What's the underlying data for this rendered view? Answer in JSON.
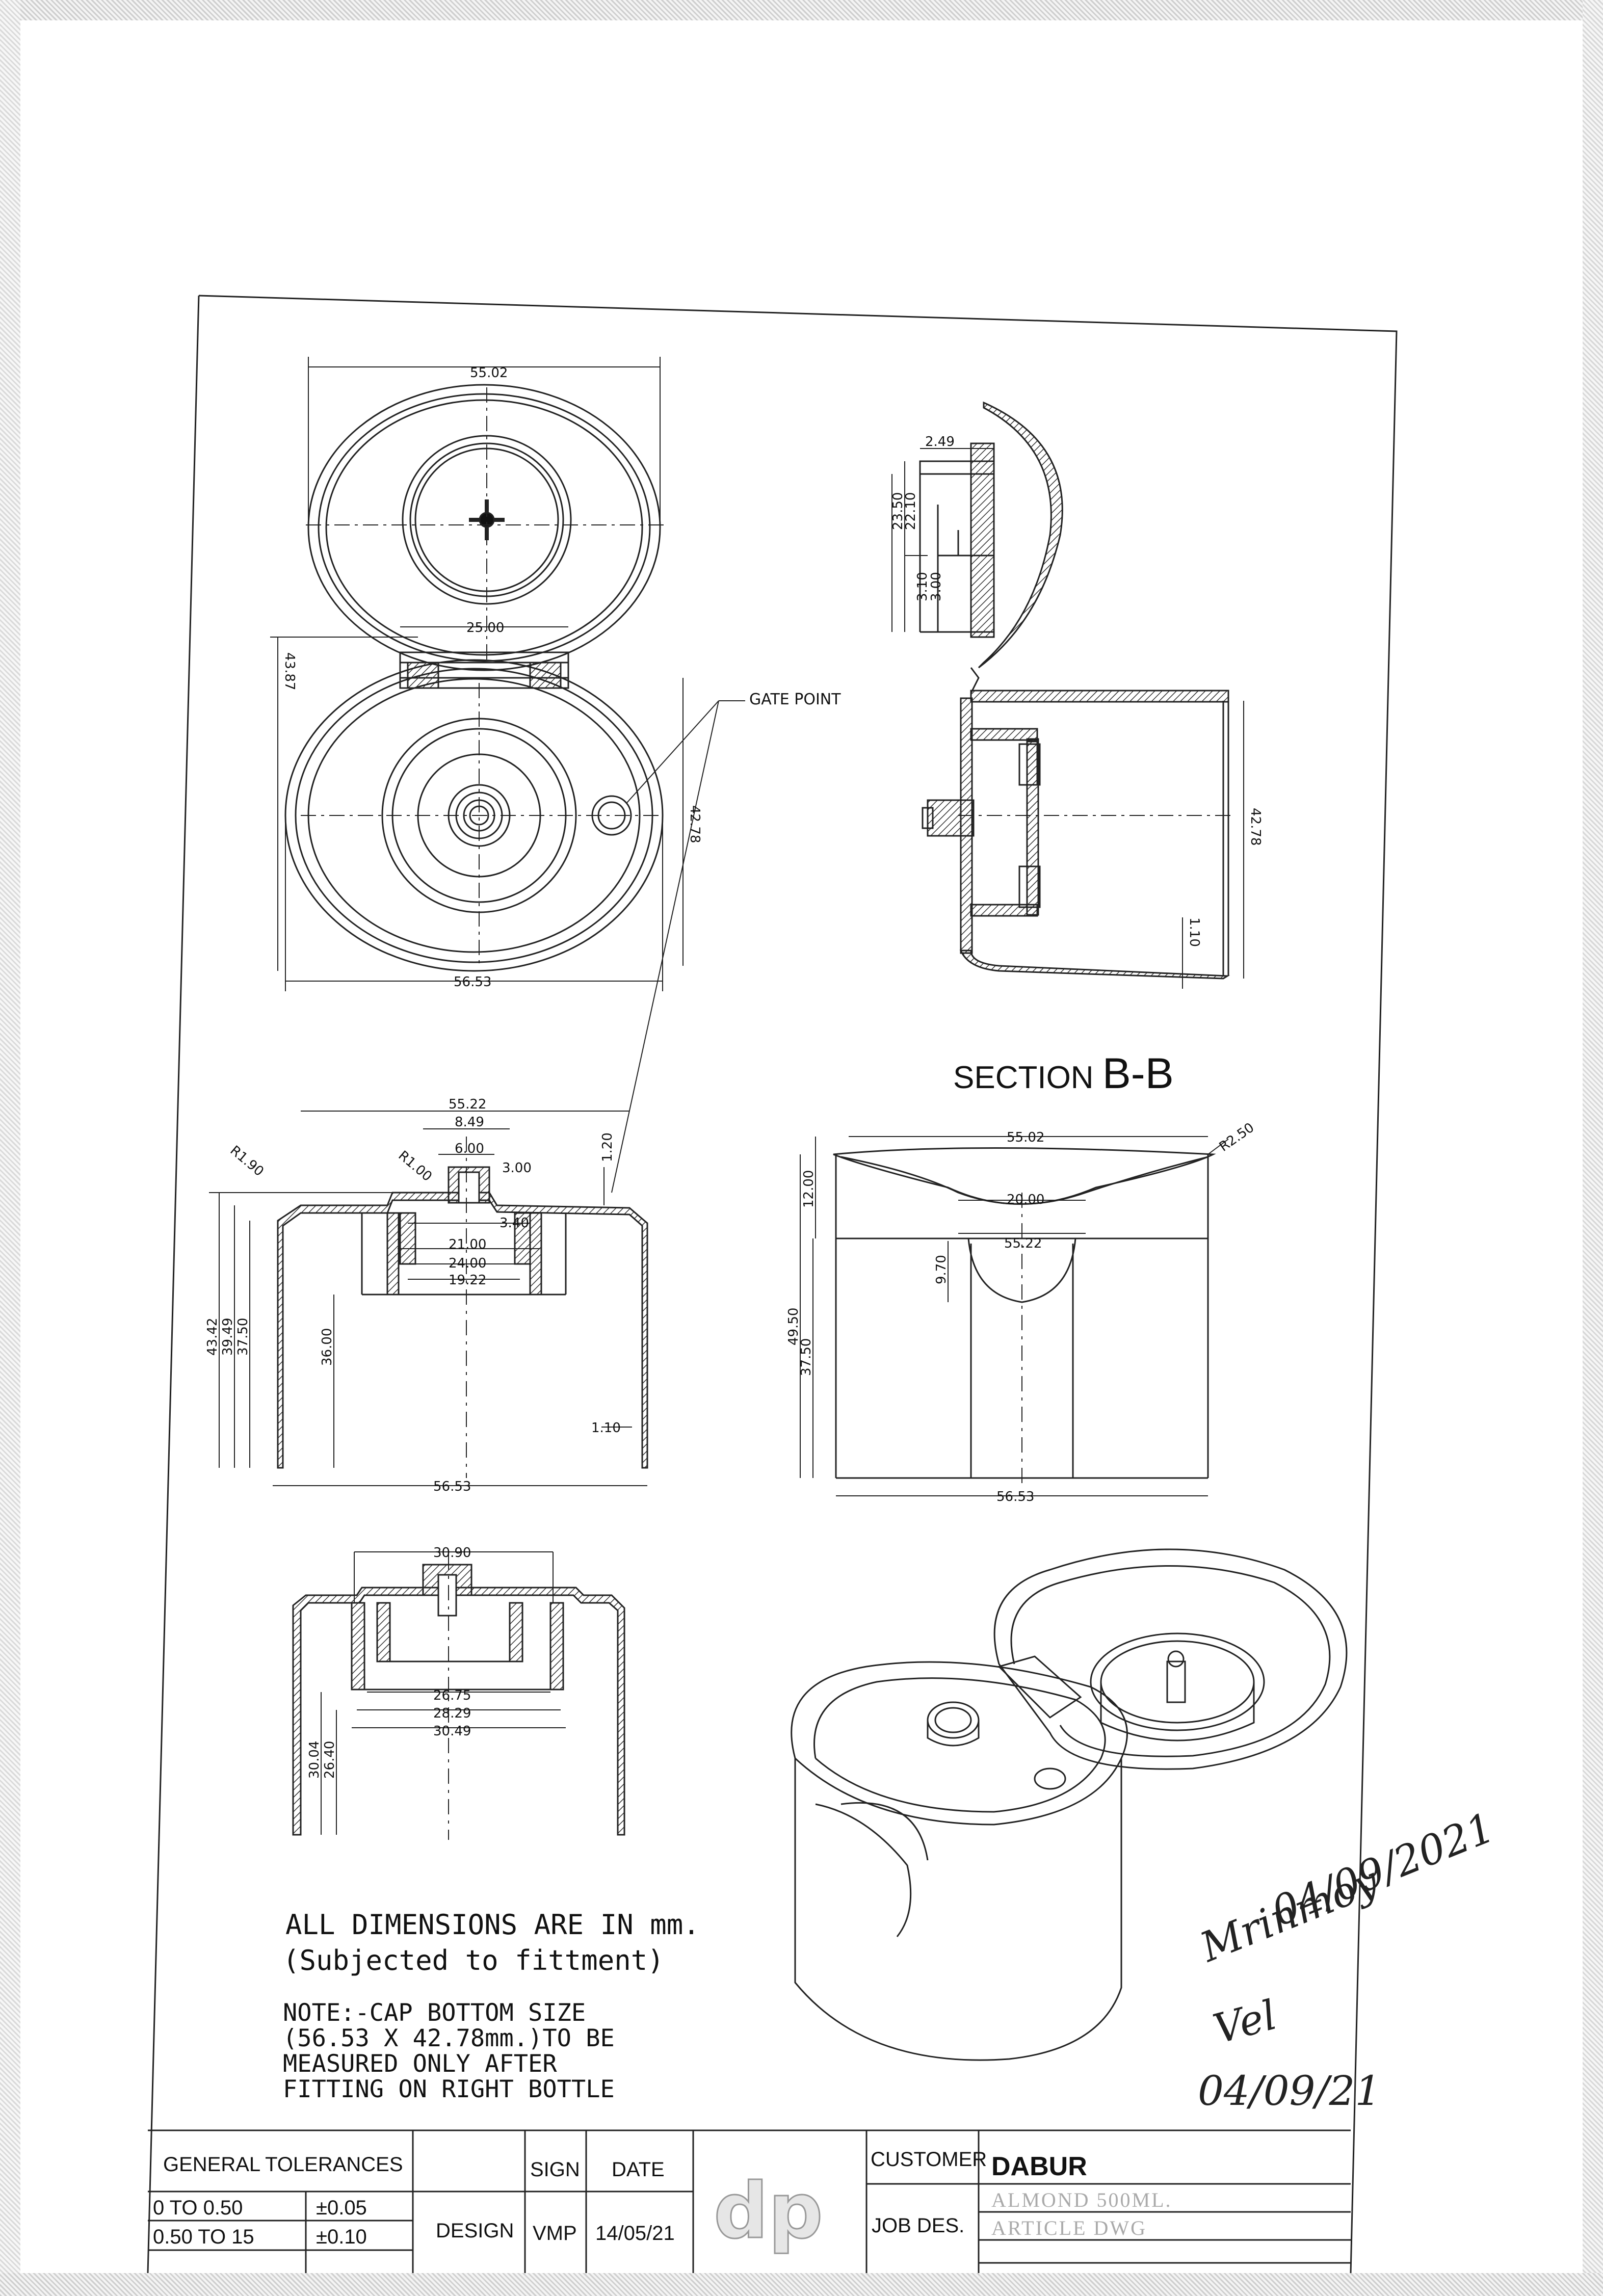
{
  "views": {
    "top": {
      "dims": [
        "55.02",
        "25.00",
        "43.87",
        "42.78",
        "56.53"
      ],
      "gate_label": "GATE POINT"
    },
    "side_section": {
      "dims": [
        "2.49",
        "23.50",
        "22.10",
        "3.10",
        "3.00",
        "42.78",
        "1.10"
      ],
      "title_prefix": "SECTION",
      "title_suffix": "B-B"
    },
    "section_a": {
      "dims": [
        "55.22",
        "8.49",
        "6.00",
        "R1.00",
        "3.00",
        "1.20",
        "R1.90",
        "3.40",
        "21.00",
        "24.00",
        "19.22",
        "43.42",
        "39.49",
        "37.50",
        "36.00",
        "1.10",
        "56.53"
      ]
    },
    "section_b": {
      "dims": [
        "55.02",
        "R2.50",
        "12.00",
        "20.00",
        "55.22",
        "9.70",
        "49.50",
        "37.50",
        "56.53"
      ]
    },
    "section_c": {
      "dims": [
        "30.90",
        "26.75",
        "28.29",
        "30.49",
        "30.04",
        "26.40"
      ]
    }
  },
  "notes": {
    "line1": "ALL DIMENSIONS ARE IN mm.",
    "line2": "(Subjected to fittment)",
    "note1": "NOTE:-CAP BOTTOM SIZE",
    "note2": "(56.53 X 42.78mm.)TO BE",
    "note3": "MEASURED ONLY AFTER",
    "note4": "FITTING ON RIGHT BOTTLE"
  },
  "signatures": {
    "sig1": "Mrinmoy",
    "date1": "04/09/2021",
    "sig2": "Vel",
    "date2": "04/09/21"
  },
  "title_block": {
    "tolerances_header": "GENERAL TOLERANCES",
    "rows": [
      {
        "range": "0 TO 0.50",
        "tol": "±0.05"
      },
      {
        "range": "0.50 TO 15",
        "tol": "±0.10"
      }
    ],
    "sign_header": "SIGN",
    "date_header": "DATE",
    "design_label": "DESIGN",
    "design_sign": "VMP",
    "design_date": "14/05/21",
    "logo_text": "dp",
    "customer_label": "CUSTOMER",
    "customer_value": "DABUR",
    "job_label": "JOB DES.",
    "job_line1": "ALMOND 500ML.",
    "job_line2": "ARTICLE DWG"
  }
}
